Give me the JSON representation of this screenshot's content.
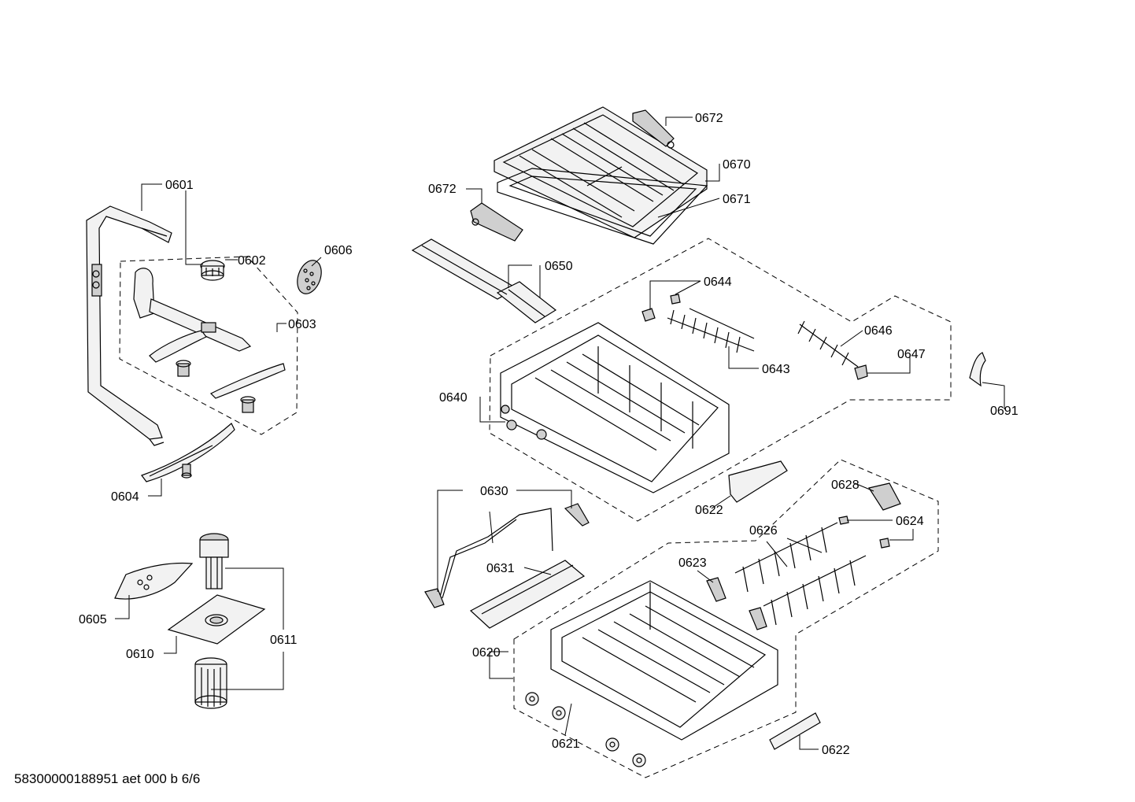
{
  "document_code": "58300000188951 aet 000 b 6/6",
  "part_labels": {
    "p0601": "0601",
    "p0602": "0602",
    "p0603": "0603",
    "p0604": "0604",
    "p0605": "0605",
    "p0606": "0606",
    "p0610": "0610",
    "p0611": "0611",
    "p0620": "0620",
    "p0621": "0621",
    "p0622a": "0622",
    "p0622b": "0622",
    "p0623": "0623",
    "p0624": "0624",
    "p0626": "0626",
    "p0628": "0628",
    "p0630": "0630",
    "p0631": "0631",
    "p0640": "0640",
    "p0643": "0643",
    "p0644": "0644",
    "p0646": "0646",
    "p0647": "0647",
    "p0650": "0650",
    "p0670": "0670",
    "p0671": "0671",
    "p0672a": "0672",
    "p0672b": "0672",
    "p0691": "0691"
  }
}
